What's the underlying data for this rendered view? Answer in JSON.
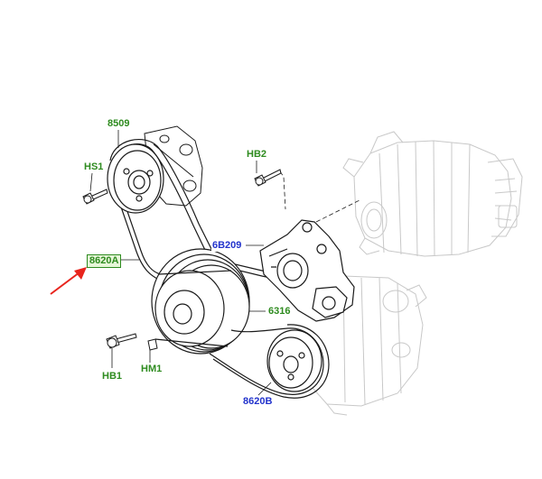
{
  "callouts": {
    "p8509": "8509",
    "hs1": "HS1",
    "hb2": "HB2",
    "p8620a": "8620A",
    "p6b209": "6B209",
    "p6316": "6316",
    "hb1": "HB1",
    "hm1": "HM1",
    "p8620b": "8620B"
  },
  "colors": {
    "part_label": "#2e8b1f",
    "highlight_label": "#2233cc",
    "arrow": "#e8241d",
    "line_art": "#1a1a1a",
    "background_component": "#c8c8c8"
  }
}
